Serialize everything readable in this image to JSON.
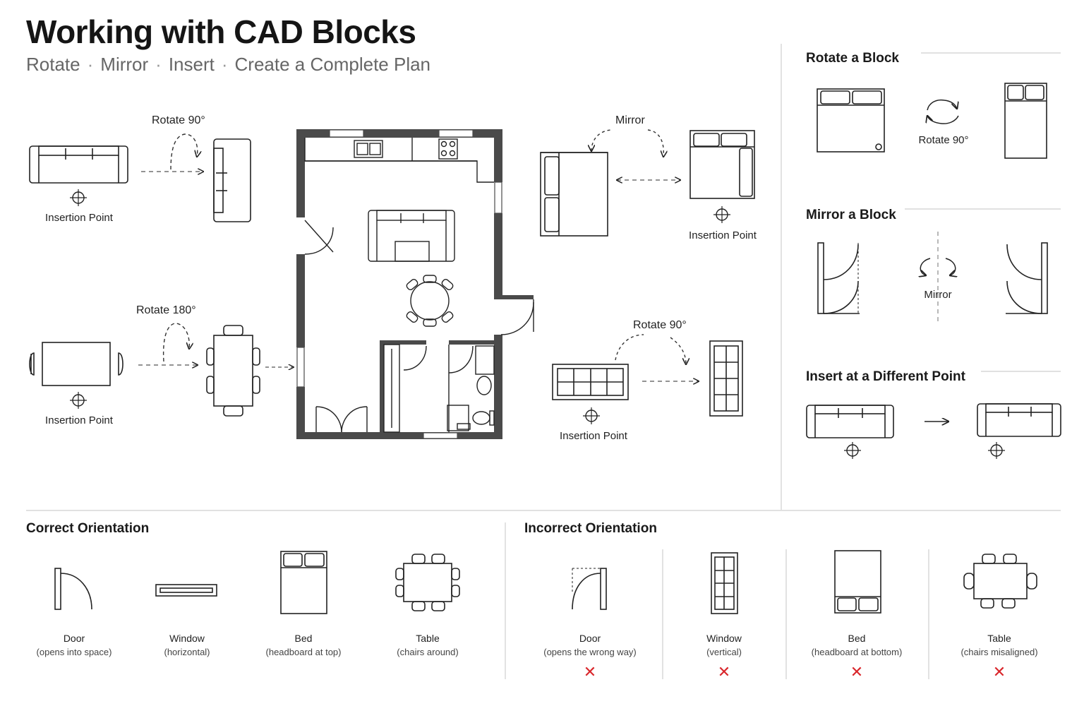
{
  "header": {
    "title": "Working with CAD Blocks",
    "subtitle": [
      "Rotate",
      "Mirror",
      "Insert",
      "Create a Complete Plan"
    ],
    "separator": "·"
  },
  "main": {
    "sofa_rotate_label": "Rotate 90°",
    "sofa_insertion_label": "Insertion Point",
    "table_rotate_label": "Rotate 180°",
    "table_insertion_label": "Insertion Point",
    "bed_mirror_label": "Mirror",
    "bed_insertion_label": "Insertion Point",
    "window_rotate_label": "Rotate 90°",
    "window_insertion_label": "Insertion Point"
  },
  "sidebar": {
    "rotate": {
      "title": "Rotate a Block",
      "label": "Rotate 90°"
    },
    "mirror": {
      "title": "Mirror a Block",
      "label": "Mirror"
    },
    "insert": {
      "title": "Insert at a Different Point"
    }
  },
  "bottom": {
    "correct": {
      "title": "Correct Orientation",
      "items": [
        {
          "name": "Door",
          "desc": "(opens into space)"
        },
        {
          "name": "Window",
          "desc": "(horizontal)"
        },
        {
          "name": "Bed",
          "desc": "(headboard at top)"
        },
        {
          "name": "Table",
          "desc": "(chairs around)"
        }
      ]
    },
    "incorrect": {
      "title": "Incorrect Orientation",
      "mark": "✕",
      "items": [
        {
          "name": "Door",
          "desc": "(opens the wrong way)"
        },
        {
          "name": "Window",
          "desc": "(vertical)"
        },
        {
          "name": "Bed",
          "desc": "(headboard at bottom)"
        },
        {
          "name": "Table",
          "desc": "(chairs misaligned)"
        }
      ]
    }
  },
  "colors": {
    "ink": "#1a1a1a",
    "wall": "#555555",
    "error": "#d9262b",
    "divider": "#cccccc"
  }
}
